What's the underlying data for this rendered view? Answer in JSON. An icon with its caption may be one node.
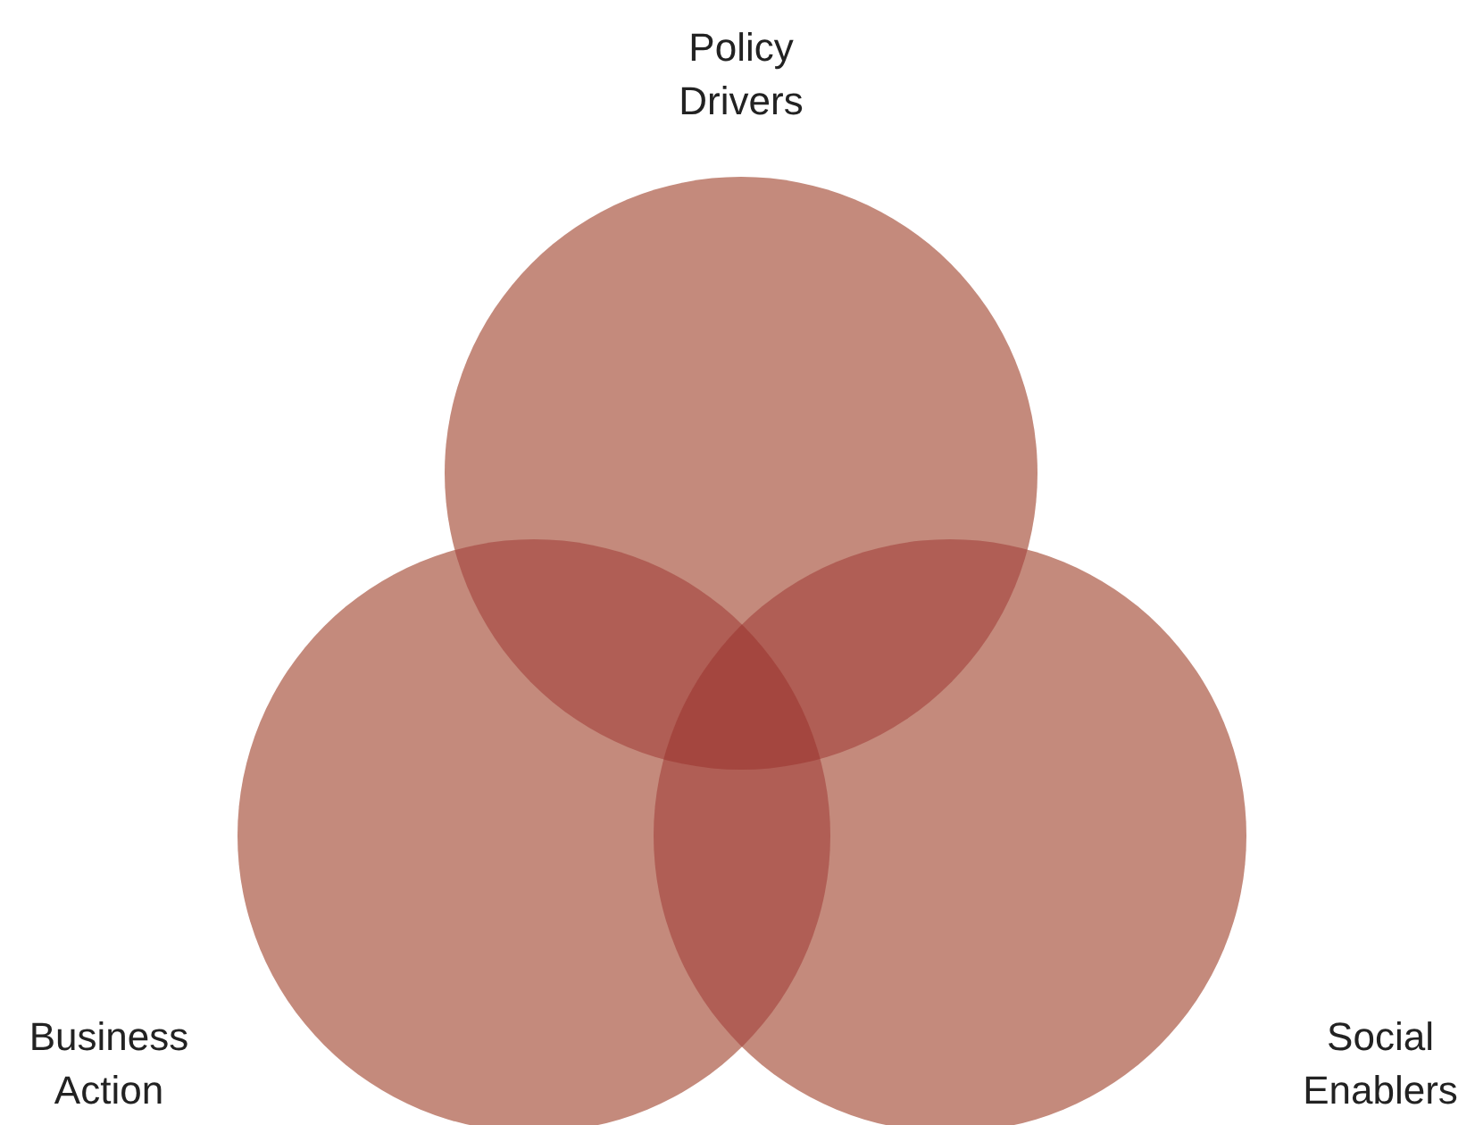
{
  "diagram": {
    "nodes": [
      {
        "text": [
          "Policy Drivers"
        ]
      },
      {
        "text": [
          "Business Action"
        ]
      },
      {
        "text": [
          "Social Enablers"
        ]
      }
    ]
  }
}
